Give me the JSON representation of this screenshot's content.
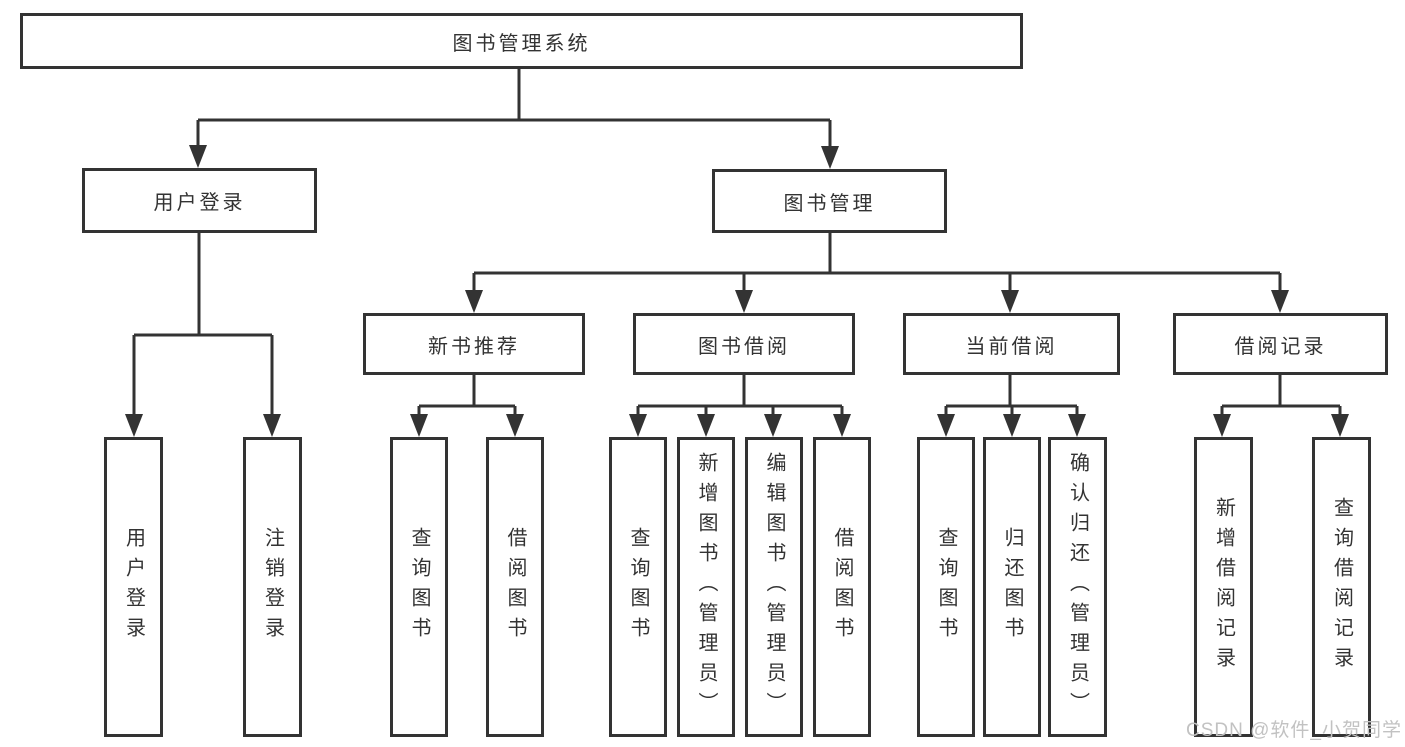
{
  "tree": {
    "root": {
      "label": "图书管理系统"
    },
    "branches": [
      {
        "label": "用户登录",
        "leaves": [
          {
            "label": "用户登录"
          },
          {
            "label": "注销登录"
          }
        ]
      },
      {
        "label": "图书管理",
        "sections": [
          {
            "label": "新书推荐",
            "leaves": [
              {
                "label": "查询图书"
              },
              {
                "label": "借阅图书"
              }
            ]
          },
          {
            "label": "图书借阅",
            "leaves": [
              {
                "label": "查询图书"
              },
              {
                "label": "新增图书（管理员）"
              },
              {
                "label": "编辑图书（管理员）"
              },
              {
                "label": "借阅图书"
              }
            ]
          },
          {
            "label": "当前借阅",
            "leaves": [
              {
                "label": "查询图书"
              },
              {
                "label": "归还图书"
              },
              {
                "label": "确认归还（管理员）"
              }
            ]
          },
          {
            "label": "借阅记录",
            "leaves": [
              {
                "label": "新增借阅记录"
              },
              {
                "label": "查询借阅记录"
              }
            ]
          }
        ]
      }
    ]
  },
  "watermark": {
    "text": "CSDN @软件_小贺同学"
  },
  "colors": {
    "line": "#333333",
    "text": "#333333",
    "background": "#ffffff",
    "watermark": "#c2c2c2"
  }
}
